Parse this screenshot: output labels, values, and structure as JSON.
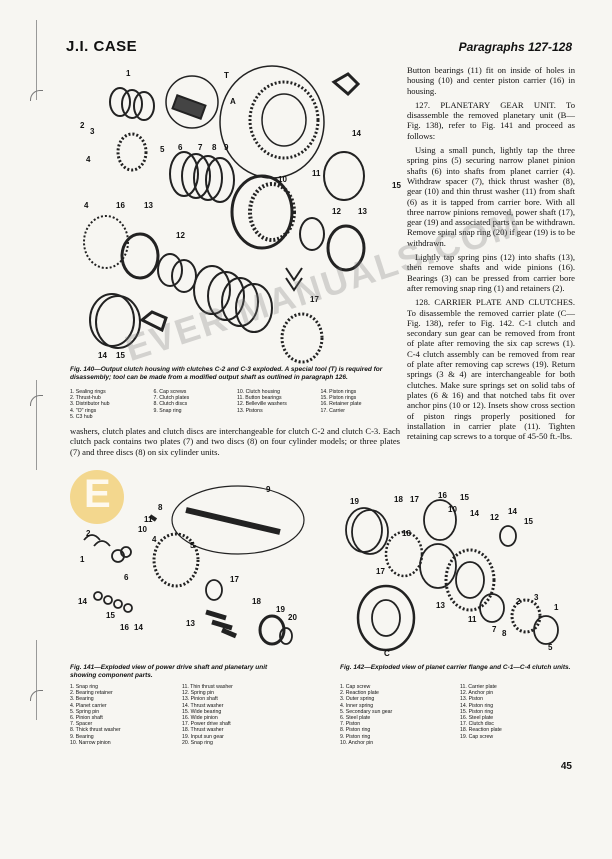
{
  "header": {
    "left": "J.I. CASE",
    "right": "Paragraphs 127-128"
  },
  "fig140": {
    "caption": "Fig. 140—Output clutch housing with clutches C-2 and C-3 exploded. A special tool (T) is required for disassembly; tool can be made from a modified output shaft as outlined in paragraph 126.",
    "legend": [
      "1. Sealing rings",
      "2. Thrust-hub",
      "3. Distributor hub",
      "4. \"O\" rings",
      "5. C3 hub",
      "6. Cap screws",
      "7. Clutch plates",
      "8. Clutch discs",
      "9. Snap ring",
      "10. Clutch housing",
      "11. Button bearings",
      "12. Belleville washers",
      "13. Pistons",
      "14. Piston rings",
      "15. Piston rings",
      "16. Retainer plate",
      "17. Carrier"
    ]
  },
  "left_body": "washers, clutch plates and clutch discs are interchangeable for clutch C-2 and clutch C-3. Each clutch pack contains two plates (7) and two discs (8) on four cylinder models; or three plates (7) and three discs (8) on six cylinder units.",
  "right_column": {
    "p0": "Button bearings (11) fit on inside of holes in housing (10) and center piston carrier (16) in housing.",
    "p1": "127. PLANETARY GEAR UNIT. To disassemble the removed planetary unit (B—Fig. 138), refer to Fig. 141 and proceed as follows:",
    "p2": "Using a small punch, lightly tap the three spring pins (5) securing narrow planet pinion shafts (6) into shafts from planet carrier (4). Withdraw spacer (7), thick thrust washer (8), gear (10) and thin thrust washer (11) from shaft (6) as it is tapped from carrier bore. With all three narrow pinions removed, power shaft (17), gear (19) and associated parts can be withdrawn. Remove spiral snap ring (20) if gear (19) is to be withdrawn.",
    "p3": "Lightly tap spring pins (12) into shafts (13), then remove shafts and wide pinions (16). Bearings (3) can be pressed from carrier bore after removing snap ring (1) and retainers (2).",
    "p4": "128. CARRIER PLATE AND CLUTCHES. To disassemble the removed carrier plate (C—Fig. 138), refer to Fig. 142. C-1 clutch and secondary sun gear can be removed from front of plate after removing the six cap screws (1). C-4 clutch assembly can be removed from rear of plate after removing cap screws (19). Return springs (3 & 4) are interchangeable for both clutches. Make sure springs set on solid tabs of plates (6 & 16) and that notched tabs fit over anchor pins (10 or 12). Insets show cross section of piston rings properly positioned for installation in carrier plate (11). Tighten retaining cap screws to a torque of 45-50 ft.-lbs."
  },
  "fig141": {
    "caption": "Fig. 141—Exploded view of power drive shaft and planetary unit showing component parts.",
    "legend": [
      "1. Snap ring",
      "2. Bearing retainer",
      "3. Bearing",
      "4. Planet carrier",
      "5. Spring pin",
      "6. Pinion shaft",
      "7. Spacer",
      "8. Thick thrust washer",
      "9. Bearing",
      "10. Narrow pinion",
      "11. Thin thrust washer",
      "12. Spring pin",
      "13. Pinion shaft",
      "14. Thrust washer",
      "15. Wide bearing",
      "16. Wide pinion",
      "17. Power drive shaft",
      "18. Thrust washer",
      "19. Input sun gear",
      "20. Snap ring"
    ]
  },
  "fig142": {
    "caption": "Fig. 142—Exploded view of planet carrier flange and C-1—C-4 clutch units.",
    "legend": [
      "1. Cap screw",
      "2. Reaction plate",
      "3. Outer spring",
      "4. Inner spring",
      "5. Secondary sun gear",
      "6. Steel plate",
      "7. Piston",
      "8. Piston ring",
      "9. Piston ring",
      "10. Anchor pin",
      "11. Carrier plate",
      "12. Anchor pin",
      "13. Piston",
      "14. Piston ring",
      "15. Piston ring",
      "16. Steel plate",
      "17. Clutch disc",
      "18. Reaction plate",
      "19. Cap screw"
    ]
  },
  "page_number": "45",
  "watermark": "EVER MANUALS.COM",
  "watermark_logo": "E"
}
